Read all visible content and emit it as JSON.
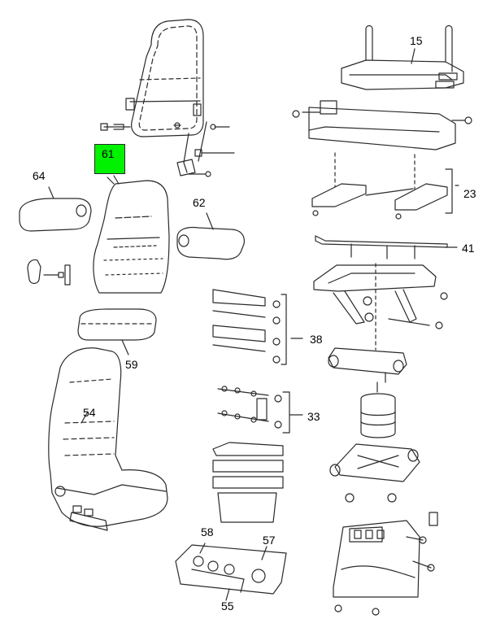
{
  "callouts": {
    "c15": "15",
    "c61": "61",
    "c64": "64",
    "c62": "62",
    "c23": "23",
    "c41": "41",
    "c38": "38",
    "c59": "59",
    "c54": "54",
    "c33": "33",
    "c58": "58",
    "c57": "57",
    "c55": "55"
  },
  "highlight": {
    "part": "61",
    "color": "#00f200"
  },
  "colors": {
    "line": "#2a2a2a",
    "fill": "#ffffff",
    "hatch": "#9a9a9a",
    "page": "#ffffff"
  }
}
